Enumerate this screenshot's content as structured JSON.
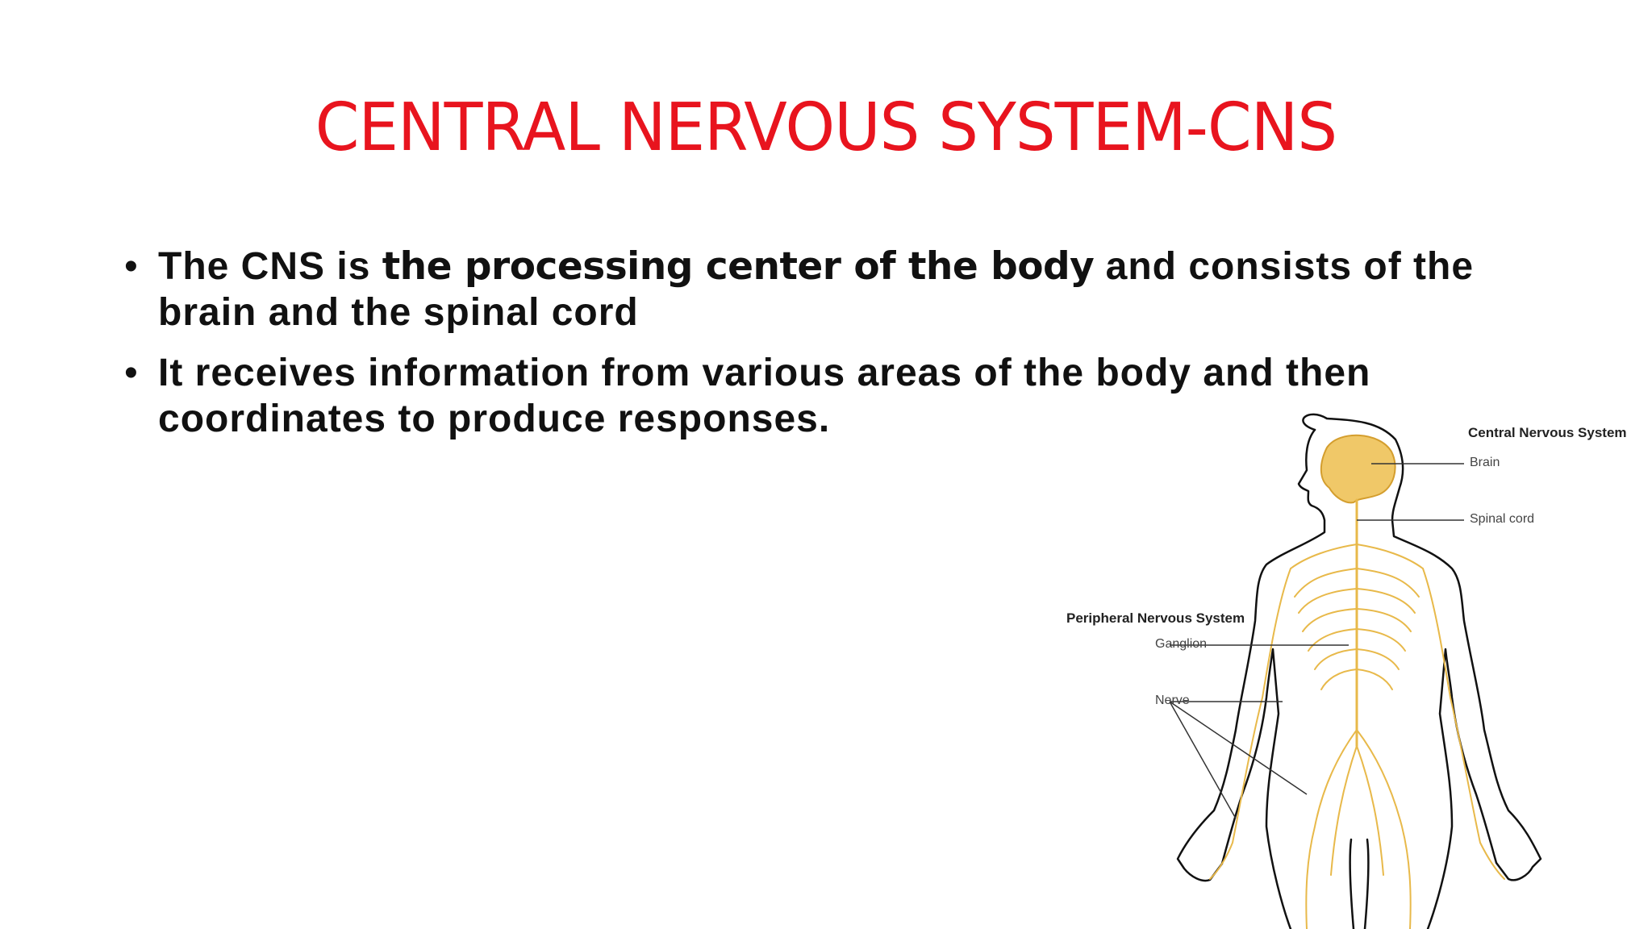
{
  "slide": {
    "title": "CENTRAL NERVOUS SYSTEM-CNS",
    "title_color": "#e8141e",
    "bullets": [
      {
        "prefix": "The CNS is ",
        "emphasis": "the processing center of the body",
        "suffix": " and consists of the brain and the spinal cord"
      },
      {
        "text": "It receives information from various areas of the body and then coordinates to produce responses."
      }
    ]
  },
  "diagram": {
    "nerve_color": "#e8b94a",
    "outline_color": "#111111",
    "labels": {
      "cns_heading": "Central Nervous System",
      "brain": "Brain",
      "spinal_cord": "Spinal cord",
      "pns_heading": "Peripheral Nervous System",
      "ganglion": "Ganglion",
      "nerve": "Nerve"
    }
  }
}
